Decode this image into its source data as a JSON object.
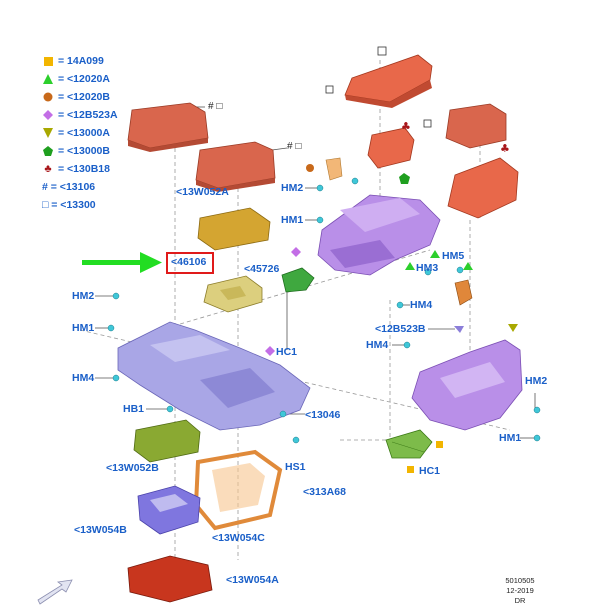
{
  "legend": [
    {
      "shape": "square",
      "color": "#f2b500",
      "text": "= 14A099"
    },
    {
      "shape": "triangle",
      "color": "#2ccf2c",
      "text": "= <12020A"
    },
    {
      "shape": "circle",
      "color": "#c8691a",
      "text": "= <12020B"
    },
    {
      "shape": "diamond",
      "color": "#c36ee6",
      "text": "= <12B523A"
    },
    {
      "shape": "triangle-down",
      "color": "#a8a800",
      "text": "= <13000A"
    },
    {
      "shape": "pentagon",
      "color": "#1f9f1f",
      "text": "= <13000B"
    },
    {
      "shape": "club",
      "color": "#a8161a",
      "text": "= <130B18"
    },
    {
      "shape": "hash",
      "color": "#222222",
      "text": "# = <13106"
    },
    {
      "shape": "box",
      "color": "#222222",
      "text": "□ = <13300"
    }
  ],
  "labels": {
    "w052a": "<13W052A",
    "n46106": "<46106",
    "n45726": "<45726",
    "hc1_left": "HC1",
    "hm2_left": "HM2",
    "hm1_left": "HM1",
    "hm4_left": "HM4",
    "hb1": "HB1",
    "w052b": "<13W052B",
    "w054b": "<13W054B",
    "w054c": "<13W054C",
    "w054a": "<13W054A",
    "n13046": "<13046",
    "hs1": "HS1",
    "n313a68": "<313A68",
    "hm2_mid": "HM2",
    "hm1_mid": "HM1",
    "hm5": "HM5",
    "hm3": "HM3",
    "hm4_mid": "HM4",
    "b523b": "<12B523B",
    "hm4_right": "HM4",
    "hm2_right": "HM2",
    "hm1_right": "HM1",
    "hc1_right": "HC1",
    "hash_box": "# □"
  },
  "footer": {
    "line1": "5010505",
    "line2": "12-2019",
    "line3": "DR"
  },
  "colors": {
    "label_blue": "#1a5fc8",
    "mat_red": "#d9664d",
    "mat_orange": "#e8684a",
    "purple": "#b98fe8",
    "lavender": "#a9a6e6",
    "arrow_green": "#22dd22",
    "callout_red": "#e01a1a"
  }
}
